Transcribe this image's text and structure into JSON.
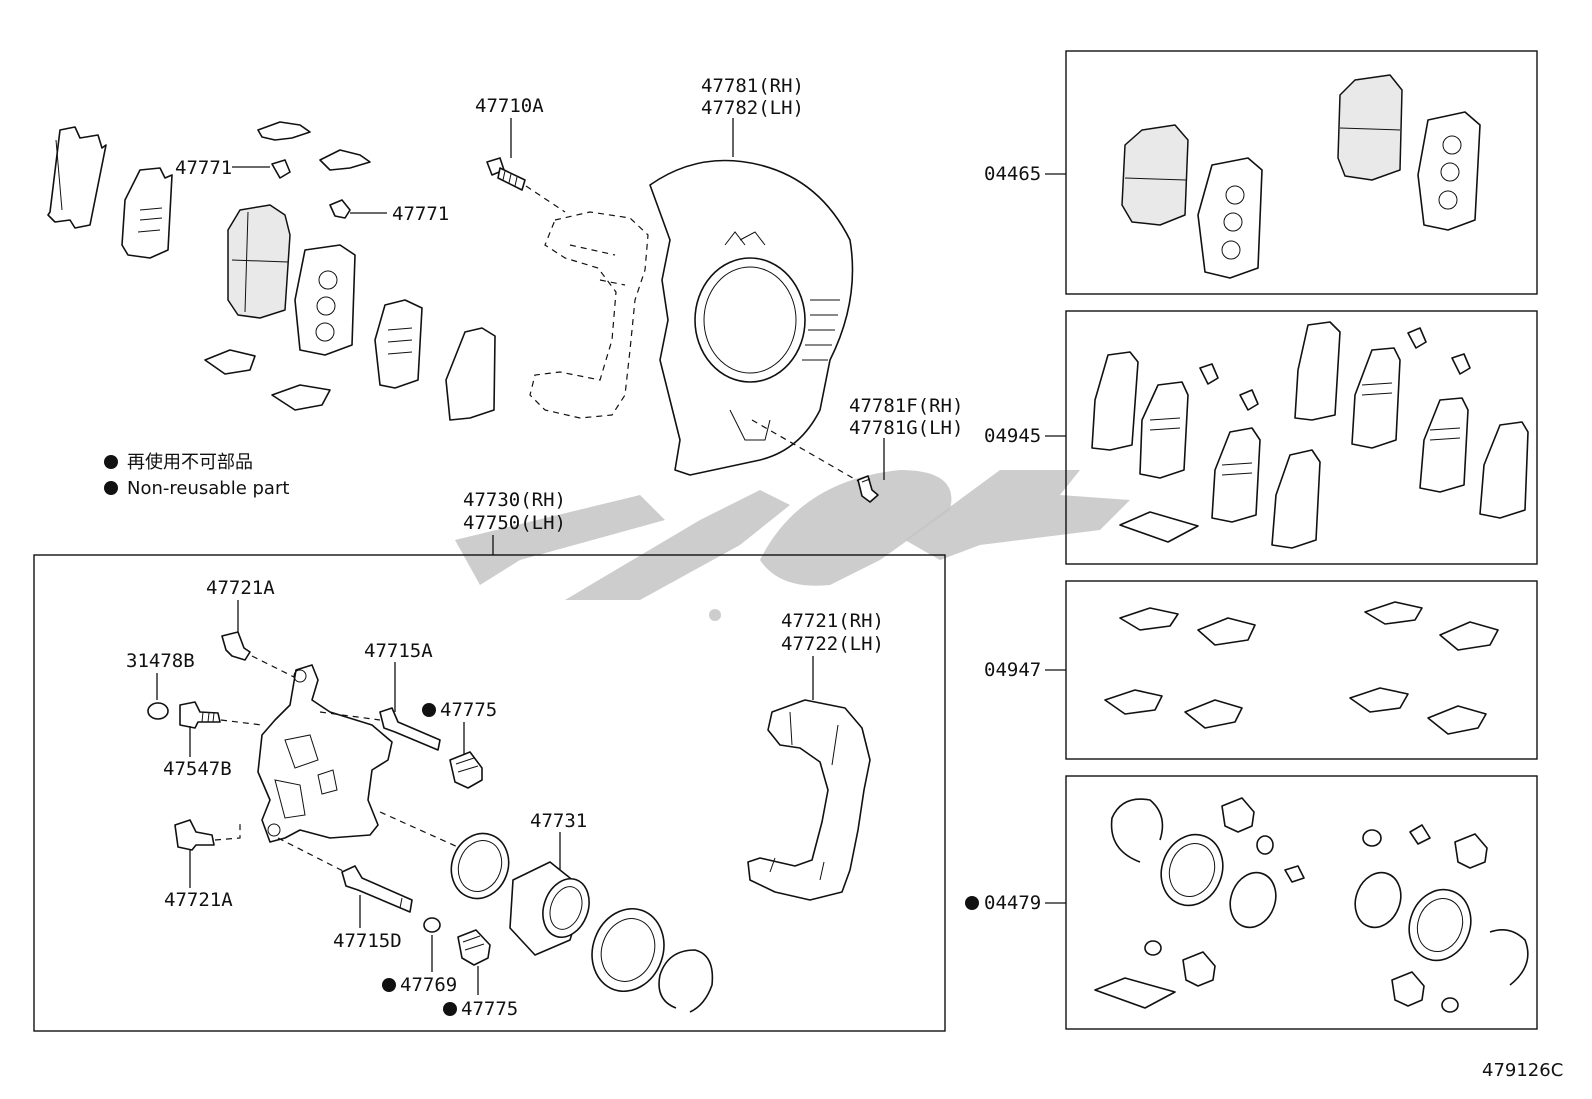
{
  "diagram_code": "479126C",
  "legend": {
    "japanese": "再使用不可部品",
    "english": "Non-reusable part"
  },
  "labels": {
    "p47771_a": "47771",
    "p47771_b": "47771",
    "p47710A": "47710A",
    "p47781_rh": "47781(RH)",
    "p47782_lh": "47782(LH)",
    "p47781F_rh": "47781F(RH)",
    "p47781G_lh": "47781G(LH)",
    "p47730_rh": "47730(RH)",
    "p47750_lh": "47750(LH)",
    "p47721A_top": "47721A",
    "p31478B": "31478B",
    "p47547B": "47547B",
    "p47715A": "47715A",
    "p47775_a": "47775",
    "p47721A_bottom": "47721A",
    "p47715D": "47715D",
    "p47769": "47769",
    "p47775_b": "47775",
    "p47731": "47731",
    "p47721_rh": "47721(RH)",
    "p47722_lh": "47722(LH)"
  },
  "kits": {
    "k04465": "04465",
    "k04945": "04945",
    "k04947": "04947",
    "k04479": "04479"
  }
}
